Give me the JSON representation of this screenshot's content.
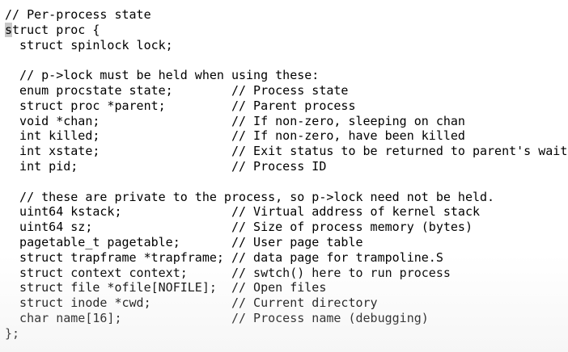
{
  "editor": {
    "lines": [
      {
        "cursor": "",
        "rest": "// Per-process state"
      },
      {
        "cursor": "s",
        "rest": "truct proc {"
      },
      {
        "cursor": "",
        "rest": "  struct spinlock lock;"
      },
      {
        "cursor": "",
        "rest": ""
      },
      {
        "cursor": "",
        "rest": "  // p->lock must be held when using these:"
      },
      {
        "cursor": "",
        "rest": "  enum procstate state;        // Process state"
      },
      {
        "cursor": "",
        "rest": "  struct proc *parent;         // Parent process"
      },
      {
        "cursor": "",
        "rest": "  void *chan;                  // If non-zero, sleeping on chan"
      },
      {
        "cursor": "",
        "rest": "  int killed;                  // If non-zero, have been killed"
      },
      {
        "cursor": "",
        "rest": "  int xstate;                  // Exit status to be returned to parent's wait"
      },
      {
        "cursor": "",
        "rest": "  int pid;                     // Process ID"
      },
      {
        "cursor": "",
        "rest": ""
      },
      {
        "cursor": "",
        "rest": "  // these are private to the process, so p->lock need not be held."
      },
      {
        "cursor": "",
        "rest": "  uint64 kstack;               // Virtual address of kernel stack"
      },
      {
        "cursor": "",
        "rest": "  uint64 sz;                   // Size of process memory (bytes)"
      },
      {
        "cursor": "",
        "rest": "  pagetable_t pagetable;       // User page table"
      },
      {
        "cursor": "",
        "rest": "  struct trapframe *trapframe; // data page for trampoline.S"
      },
      {
        "cursor": "",
        "rest": "  struct context context;      // swtch() here to run process"
      },
      {
        "cursor": "",
        "rest": "  struct file *ofile[NOFILE];  // Open files"
      },
      {
        "cursor": "",
        "rest": "  struct inode *cwd;           // Current directory"
      },
      {
        "cursor": "",
        "rest": "  char name[16];               // Process name (debugging)"
      },
      {
        "cursor": "",
        "rest": "};"
      }
    ]
  }
}
